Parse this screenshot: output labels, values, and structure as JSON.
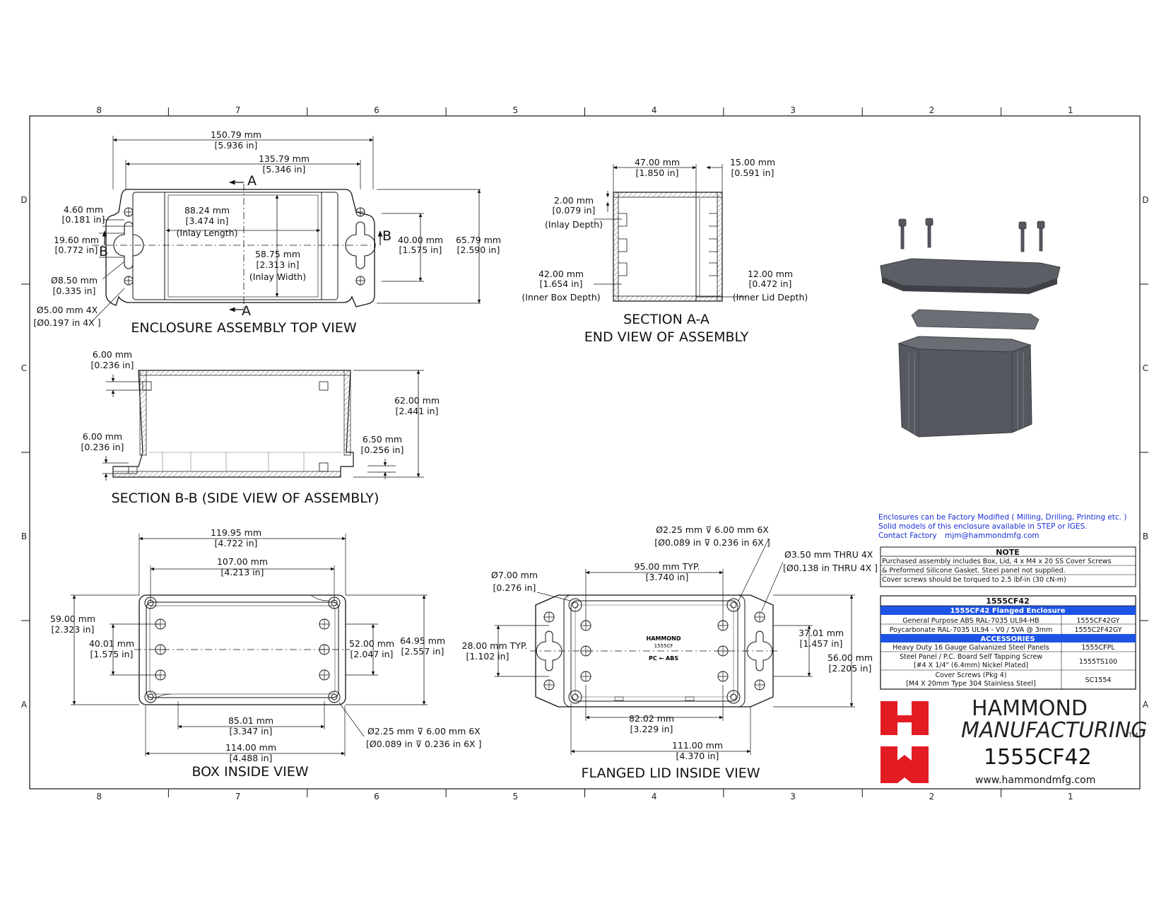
{
  "colors": {
    "line": "#111111",
    "hatch": "#666666",
    "brand_red": "#e31b23",
    "link_blue": "#1a2fd6",
    "table_blue": "#1e54e6",
    "part_grey": "#4f5157"
  },
  "zones": {
    "cols": [
      "8",
      "7",
      "6",
      "5",
      "4",
      "3",
      "2",
      "1"
    ],
    "rows": [
      "D",
      "C",
      "B",
      "A"
    ]
  },
  "views": {
    "top": {
      "title": "ENCLOSURE ASSEMBLY TOP VIEW",
      "section_a": "A",
      "section_b": "B",
      "d_overall": [
        "150.79 mm",
        "[5.936 in]"
      ],
      "d_holes": [
        "135.79 mm",
        "[5.346 in]"
      ],
      "d_inlay_len": [
        "88.24 mm",
        "[3.474 in]",
        "(Inlay Length)"
      ],
      "d_inlay_w": [
        "58.75 mm",
        "[2.313 in]",
        "(Inlay Width)"
      ],
      "d_slot_w": [
        "4.60 mm",
        "[0.181 in]"
      ],
      "d_slot_l": [
        "19.60 mm",
        "[0.772 in]"
      ],
      "d_slot_dia": [
        "Ø8.50 mm",
        "[0.335 in]"
      ],
      "d_hole_dia": [
        "Ø5.00 mm 4X",
        "[Ø0.197 in 4X ]"
      ],
      "d_hole_spacing": [
        "40.00 mm",
        "[1.575 in]"
      ],
      "d_width": [
        "65.79 mm",
        "[2.590 in]"
      ]
    },
    "section_aa": {
      "title1": "SECTION A-A",
      "title2": "END VIEW OF ASSEMBLY",
      "d_box": [
        "47.00 mm",
        "[1.850 in]"
      ],
      "d_lid": [
        "15.00 mm",
        "[0.591 in]"
      ],
      "d_inlay_depth": [
        "2.00 mm",
        "[0.079 in]",
        "(Inlay Depth)"
      ],
      "d_inner_box": [
        "42.00 mm",
        "[1.654 in]",
        "(Inner Box Depth)"
      ],
      "d_inner_lid": [
        "12.00 mm",
        "[0.472 in]",
        "(Inner Lid Depth)"
      ]
    },
    "section_bb": {
      "title": "SECTION B-B (SIDE VIEW OF ASSEMBLY)",
      "d_top_wall": [
        "6.00 mm",
        "[0.236 in]"
      ],
      "d_flange": [
        "6.00 mm",
        "[0.236 in]"
      ],
      "d_height": [
        "62.00 mm",
        "[2.441 in]"
      ],
      "d_base": [
        "6.50 mm",
        "[0.256 in]"
      ]
    },
    "box_inside": {
      "title": "BOX INSIDE VIEW",
      "d_outer": [
        "119.95 mm",
        "[4.722 in]"
      ],
      "d_pcb": [
        "107.00 mm",
        "[4.213 in]"
      ],
      "d_height": [
        "59.00 mm",
        "[2.323 in]"
      ],
      "d_bosses_v": [
        "40.01 mm",
        "[1.575 in]"
      ],
      "d_inner_w": [
        "52.00 mm",
        "[2.047 in]"
      ],
      "d_outer_w": [
        "64.95 mm",
        "[2.557 in]"
      ],
      "d_inner_l": [
        "85.01 mm",
        "[3.347 in]"
      ],
      "d_boss_l": [
        "114.00 mm",
        "[4.488 in]"
      ],
      "d_screw": [
        "Ø2.25 mm ⊽ 6.00 mm 6X",
        "[Ø0.089 in ⊽ 0.236 in 6X ]"
      ]
    },
    "lid_inside": {
      "title": "FLANGED LID INSIDE VIEW",
      "d_screw": [
        "Ø2.25 mm ⊽ 6.00 mm 6X",
        "[Ø0.089 in ⊽ 0.236 in 6X ]"
      ],
      "d_thru": [
        "Ø3.50 mm THRU 4X",
        "[Ø0.138 in THRU 4X ]"
      ],
      "d_typ": [
        "95.00 mm TYP.",
        "[3.740 in]"
      ],
      "d_dia7": [
        "Ø7.00 mm",
        "[0.276 in]"
      ],
      "d_typ_v": [
        "28.00 mm TYP.",
        "[1.102 in]"
      ],
      "d_37": [
        "37.01 mm",
        "[1.457 in]"
      ],
      "d_56": [
        "56.00 mm",
        "[2.205 in]"
      ],
      "d_82": [
        "82.02 mm",
        "[3.229 in]"
      ],
      "d_111": [
        "111.00 mm",
        "[4.370 in]"
      ],
      "mold_text": [
        "HAMMOND",
        "1555CF",
        "PC ← ABS"
      ]
    }
  },
  "notes": {
    "factory_lines": [
      "Enclosures can be Factory Modified ( Milling, Drilling, Printing etc. )",
      "Solid models of this enclosure available in STEP or IGES.",
      "Contact Factory",
      "mjm@hammondmfg.com"
    ],
    "header": "NOTE",
    "lines": [
      "Purchased assembly includes Box, Lid, 4 x M4 x 20 SS Cover Screws",
      "& Preformed Silicone Gasket. Steel panel not supplied.",
      "Cover screws should be torqued to 2.5 lbf-in (30 cN-m)"
    ]
  },
  "table": {
    "title": "1555CF42",
    "subtitle": "1555CF42 Flanged Enclosure",
    "rows": [
      {
        "desc": "General Purpose ABS RAL-7035 UL94-HB",
        "part": "1555CF42GY"
      },
      {
        "desc": "Poycarbonate RAL-7035 UL94 - V0 / 5VA @ 3mm",
        "part": "1555C2F42GY"
      }
    ],
    "acc_header": "ACCESSORIES",
    "acc_rows": [
      {
        "desc": [
          "Heavy Duty 16 Gauge Galvanized Steel Panels"
        ],
        "part": "1555CFPL"
      },
      {
        "desc": [
          "Steel Panel / P.C. Board Self Tapping Screw",
          "[#4 X 1/4\" (6.4mm) Nickel Plated]"
        ],
        "part": "1555TS100"
      },
      {
        "desc": [
          "Cover Screws (Pkg 4)",
          "[M4 X 20mm Type 304 Stainless Steel]"
        ],
        "part": "SC1554"
      }
    ]
  },
  "brand": {
    "line1": "HAMMOND",
    "line2": "MANUFACTURING",
    "tm": "TM",
    "part": "1555CF42",
    "url": "www.hammondmfg.com"
  }
}
